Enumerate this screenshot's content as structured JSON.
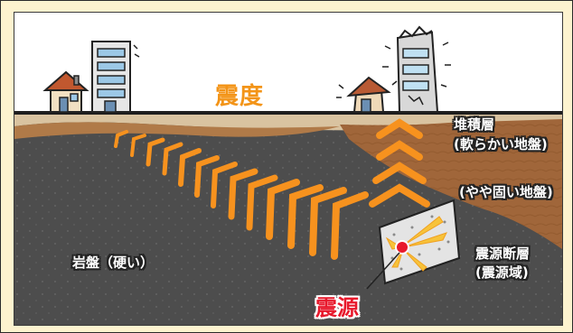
{
  "labels": {
    "intensity": "震度",
    "sediment_line1": "堆積層",
    "sediment_line2": "(軟らかい地盤)",
    "hard_ground": "(やや固い地盤)",
    "fault_line1": "震源断層",
    "fault_line2": "(震源域)",
    "bedrock": "岩盤（硬い）",
    "source": "震源"
  },
  "colors": {
    "background": "#fdf3cf",
    "wave": "#f7921e",
    "bedrock": "#4d4d4d",
    "sediment": "#a0663a",
    "surface_strip": "#d9c3a0",
    "source_text": "#e8192c",
    "intensity_text": "#f39418"
  },
  "icons": [
    "house-icon",
    "apartment-building-icon",
    "damaged-house-icon",
    "damaged-building-icon",
    "fault-plane-icon",
    "hypocenter-icon",
    "seismic-wave-icon"
  ]
}
